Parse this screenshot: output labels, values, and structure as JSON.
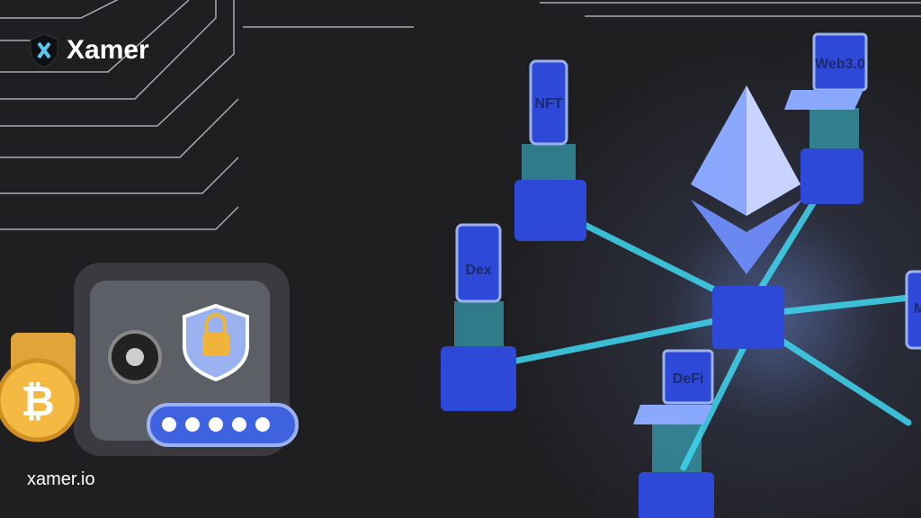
{
  "brand": {
    "name": "Xamer",
    "url": "xamer.io"
  },
  "devices": [
    {
      "label": "NFT"
    },
    {
      "label": "Web3.0"
    },
    {
      "label": "Dex"
    },
    {
      "label": "DeFi"
    },
    {
      "label": "M"
    }
  ],
  "colors": {
    "background": "#1f1f22",
    "accent": "#3fd8f0",
    "device": "#2e49d8"
  }
}
